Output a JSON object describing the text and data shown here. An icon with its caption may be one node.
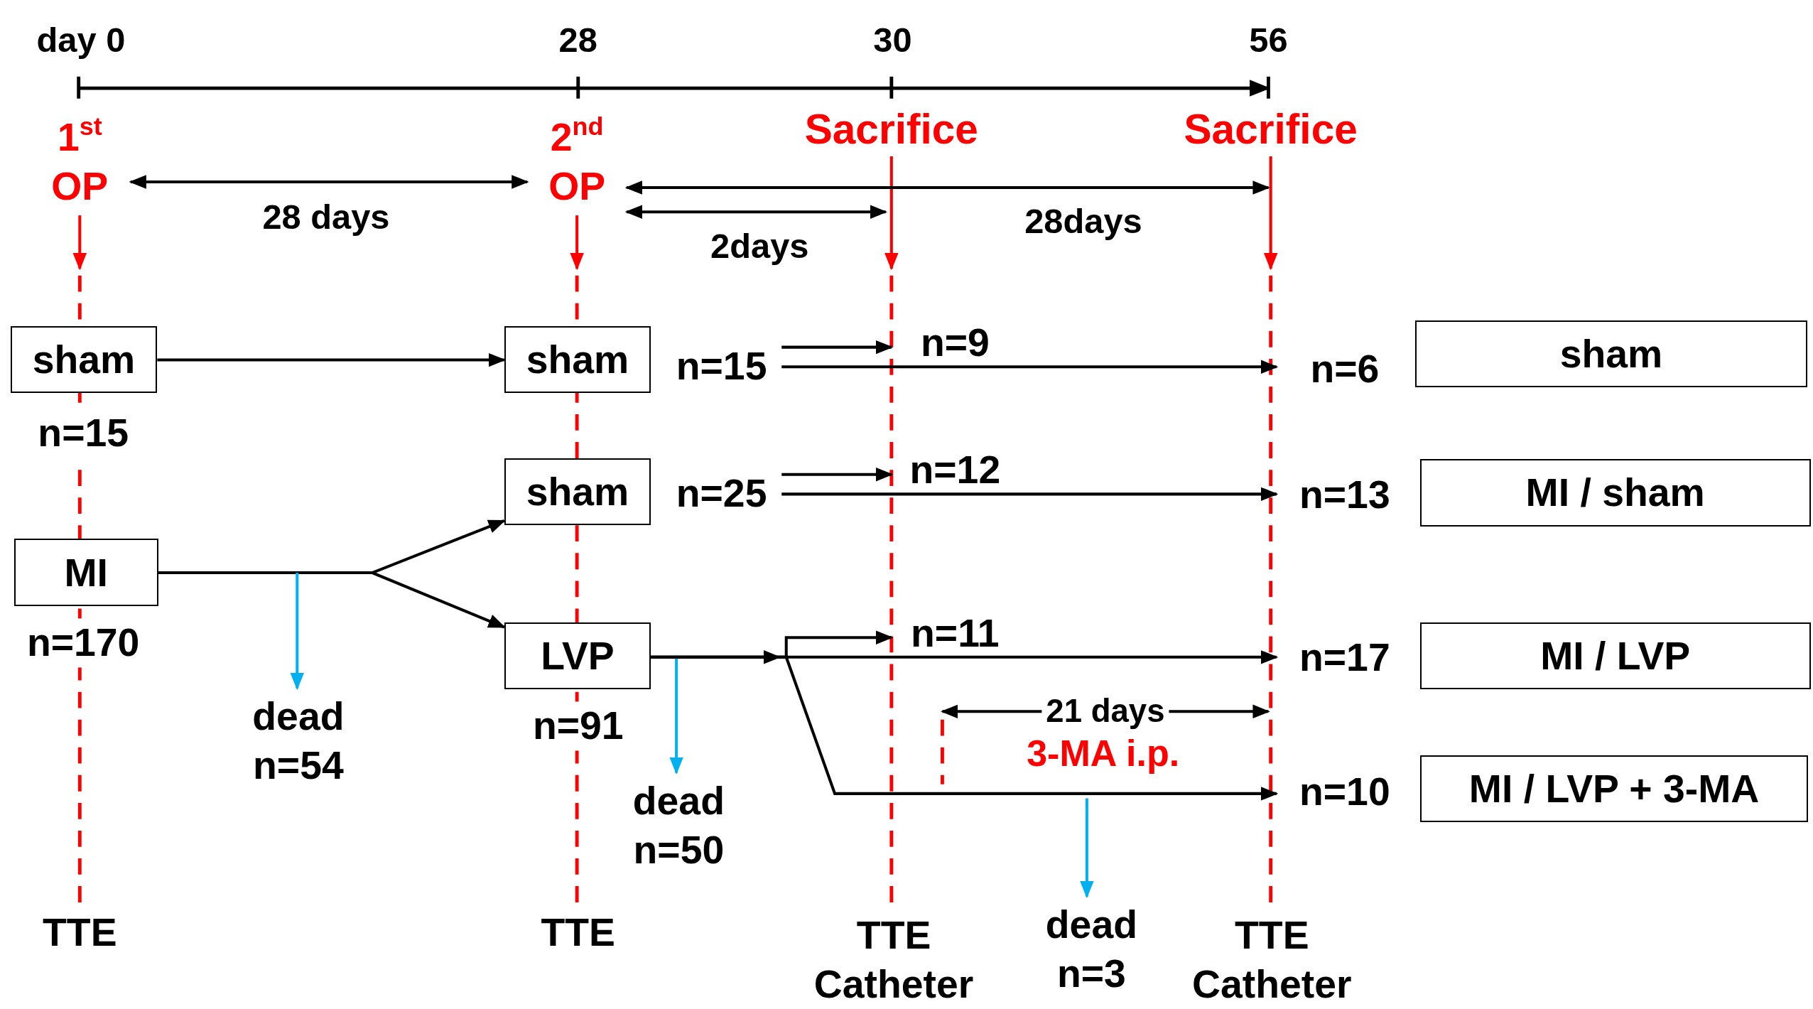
{
  "diagram": {
    "nodes": [
      {
        "text": [
          "sham"
        ],
        "beside": [
          "n=15"
        ]
      },
      {
        "text": [
          "MI"
        ],
        "beside": [
          "n=170"
        ]
      },
      {
        "text": [
          "sham"
        ]
      },
      {
        "text": [
          "n=15"
        ]
      },
      {
        "text": [
          "sham"
        ]
      },
      {
        "text": [
          "n=25"
        ]
      },
      {
        "text": [
          "LVP"
        ],
        "beside": [
          "n=91"
        ]
      },
      {
        "text": [
          "dead n=54"
        ]
      },
      {
        "text": [
          "dead n=50"
        ]
      },
      {
        "text": [
          "n=6"
        ]
      },
      {
        "text": [
          "sham"
        ]
      },
      {
        "text": [
          "n=13"
        ]
      },
      {
        "text": [
          "MI / sham"
        ]
      },
      {
        "text": [
          "n=17"
        ]
      },
      {
        "text": [
          "MI / LVP"
        ]
      },
      {
        "text": [
          "n=10"
        ]
      },
      {
        "text": [
          "dead n=3"
        ]
      },
      {
        "text": [
          "MI / LVP + 3-MA"
        ]
      }
    ],
    "edges": [
      {
        "from": 0,
        "to": 2,
        "arrow": "to"
      },
      {
        "from": 1,
        "to": 4,
        "arrow": "to"
      },
      {
        "from": 1,
        "to": 6,
        "arrow": "to"
      },
      {
        "from": null,
        "to": 7,
        "arrow": "to",
        "color": "#00b0f0"
      },
      {
        "from": 3,
        "to": null,
        "arrow": "to",
        "label": "n=9"
      },
      {
        "from": 3,
        "to": 9,
        "arrow": "to"
      },
      {
        "from": 5,
        "to": null,
        "arrow": "to",
        "label": "n=12"
      },
      {
        "from": 5,
        "to": 11,
        "arrow": "to"
      },
      {
        "from": null,
        "to": 8,
        "arrow": "to",
        "color": "#00b0f0"
      },
      {
        "from": 6,
        "to": 13,
        "arrow": "to"
      },
      {
        "from": 6,
        "to": null,
        "arrow": "to",
        "label": "n=11"
      },
      {
        "from": 6,
        "to": 15,
        "arrow": "to"
      },
      {
        "from": null,
        "to": 16,
        "arrow": "to",
        "color": "#00b0f0"
      }
    ],
    "labels": [
      "day 0",
      "28",
      "30",
      "56",
      "1$^{st}$ OP",
      "2$^{nd}$ OP",
      "Sacrifice",
      "Sacrifice",
      "28 days",
      "28days",
      "2days",
      "21 days",
      "3-MA i.p.",
      "TTE",
      "TTE",
      "TTE Catheter",
      "TTE Catheter"
    ]
  }
}
